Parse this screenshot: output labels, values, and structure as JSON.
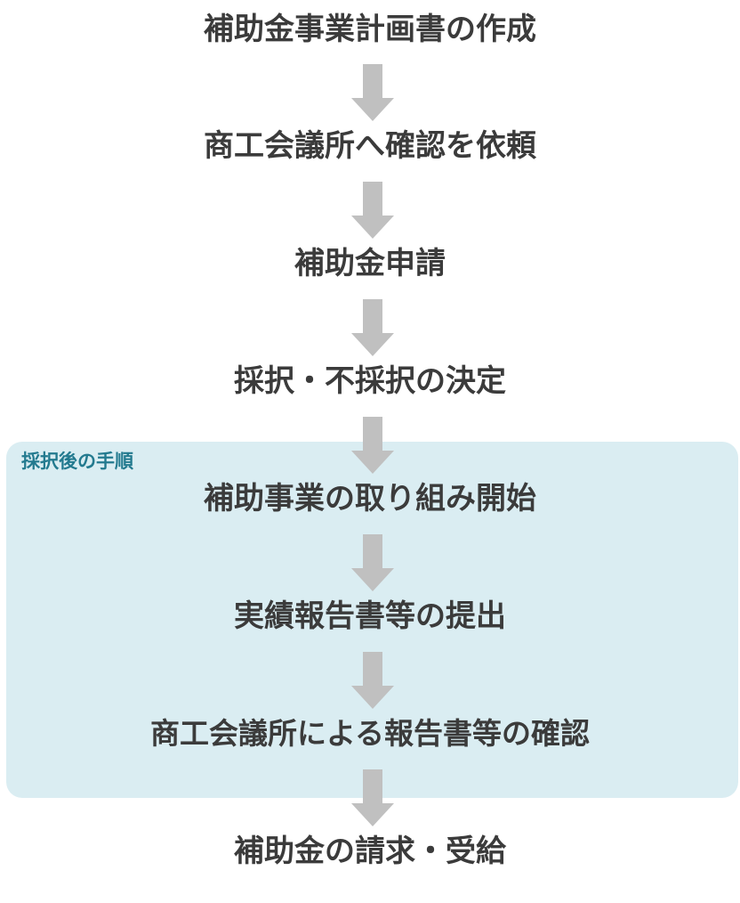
{
  "flow": {
    "steps": [
      {
        "label": "補助金事業計画書の作成"
      },
      {
        "label": "商工会議所へ確認を依頼"
      },
      {
        "label": "補助金申請"
      },
      {
        "label": "採択・不採択の決定"
      },
      {
        "label": "補助事業の取り組み開始"
      },
      {
        "label": "実績報告書等の提出"
      },
      {
        "label": "商工会議所による報告書等の確認"
      },
      {
        "label": "補助金の請求・受給"
      }
    ],
    "post_selection_group": {
      "label": "採択後の手順"
    }
  },
  "colors": {
    "text": "#3b3b3b",
    "arrow": "#c0c0c0",
    "group_background": "#daedf2",
    "group_label": "#237a8f"
  },
  "icons": {
    "arrow": "down-arrow-icon"
  }
}
